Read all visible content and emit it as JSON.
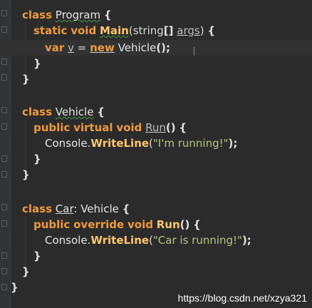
{
  "lines": [
    [
      "class",
      "Program",
      "{"
    ],
    [
      "static",
      "void",
      "Main",
      "(",
      "string",
      "[]",
      "args",
      ")",
      "{"
    ],
    [
      "var",
      "v",
      "=",
      "new",
      "Vehicle",
      "();"
    ],
    [
      "}"
    ],
    [
      "}"
    ],
    [
      "class",
      "Vehicle",
      "{"
    ],
    [
      "public",
      "virtual",
      "void",
      "Run",
      "()",
      "{"
    ],
    [
      "Console",
      ".",
      "WriteLine",
      "(",
      "\"I'm running!\"",
      ");"
    ],
    [
      "}"
    ],
    [
      "}"
    ],
    [
      "class",
      "Car",
      ": Vehicle",
      "{"
    ],
    [
      "public",
      "override",
      "void",
      "Run",
      "()",
      "{"
    ],
    [
      "Console",
      ".",
      "WriteLine",
      "(",
      "\"Car is running!\"",
      ");"
    ],
    [
      "}"
    ],
    [
      "}"
    ],
    [
      "}"
    ]
  ],
  "watermark": "https://blog.csdn.net/xzya321",
  "colors": {
    "background": "#2b2b2b",
    "keyword": "#ee9a3e",
    "method": "#ffc66d",
    "string": "#b3c77d"
  }
}
